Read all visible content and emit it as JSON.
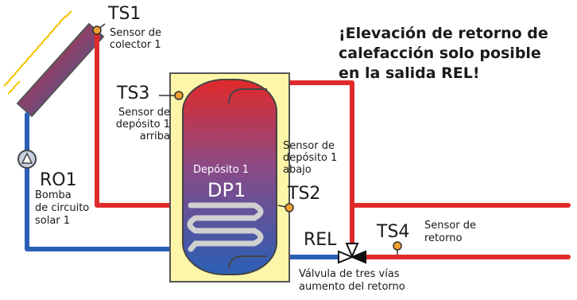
{
  "warning": {
    "line1": "¡Elevación de retorno de",
    "line2": "calefacción solo posible",
    "line3": "en la salida REL!"
  },
  "sensors": {
    "ts1": {
      "tag": "TS1",
      "line1": "Sensor de",
      "line2": "colector 1"
    },
    "ts3": {
      "tag": "TS3",
      "line1": "Sensor de",
      "line2": "depósito 1",
      "line3": "arriba"
    },
    "ts2": {
      "tag": "TS2",
      "line1": "Sensor de",
      "line2": "depósito 1",
      "line3": "abajo"
    },
    "ts4": {
      "tag": "TS4",
      "line1": "Sensor de",
      "line2": "retorno"
    }
  },
  "pump": {
    "tag": "RO1",
    "line1": "Bomba",
    "line2": "de circuito",
    "line3": "solar 1"
  },
  "tank": {
    "name": "Depósito 1",
    "code": "DP1"
  },
  "valve": {
    "tag": "REL",
    "line1": "Válvula de tres vías",
    "line2": "aumento del retorno"
  },
  "colors": {
    "hot": "#e02a2a",
    "cold": "#2a5fb5",
    "sensor": "#f0a030",
    "jacket": "#fdf6a8",
    "coil": "#d0d0d0"
  }
}
